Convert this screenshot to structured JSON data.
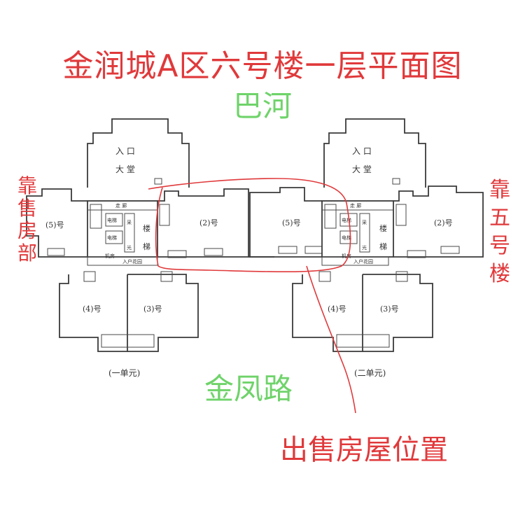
{
  "title": "金润城A区六号楼一层平面图",
  "north_label": "巴河",
  "south_label": "金凤路",
  "left_note": "靠售房部",
  "right_note": "靠五号楼",
  "sale_label": "出售房屋位置",
  "colors": {
    "red": "#e0393b",
    "green": "#6fd36a",
    "line": "#3a3a3a"
  },
  "units": [
    {
      "caption": "(一单元)",
      "lobby_entrance": "入 口",
      "lobby_hall": "大 堂",
      "stair_word1": "楼",
      "stair_word2": "梯",
      "corridor": "走  廊",
      "elevator1": "电梯",
      "elevator2": "电梯",
      "shaft1": "采",
      "shaft2": "光",
      "entry_label": "入户花园",
      "room5": "(5)号",
      "room2": "(2)号",
      "room4": "(4)号",
      "room3": "(3)号",
      "machine": "机房"
    },
    {
      "caption": "(二单元)",
      "lobby_entrance": "入 口",
      "lobby_hall": "大 堂",
      "stair_word1": "楼",
      "stair_word2": "梯",
      "corridor": "走  廊",
      "elevator1": "电梯",
      "elevator2": "电梯",
      "shaft1": "采",
      "shaft2": "光",
      "entry_label": "入户花园",
      "room5": "(5)号",
      "room2": "(2)号",
      "room4": "(4)号",
      "room3": "(3)号",
      "machine": "机房"
    }
  ]
}
